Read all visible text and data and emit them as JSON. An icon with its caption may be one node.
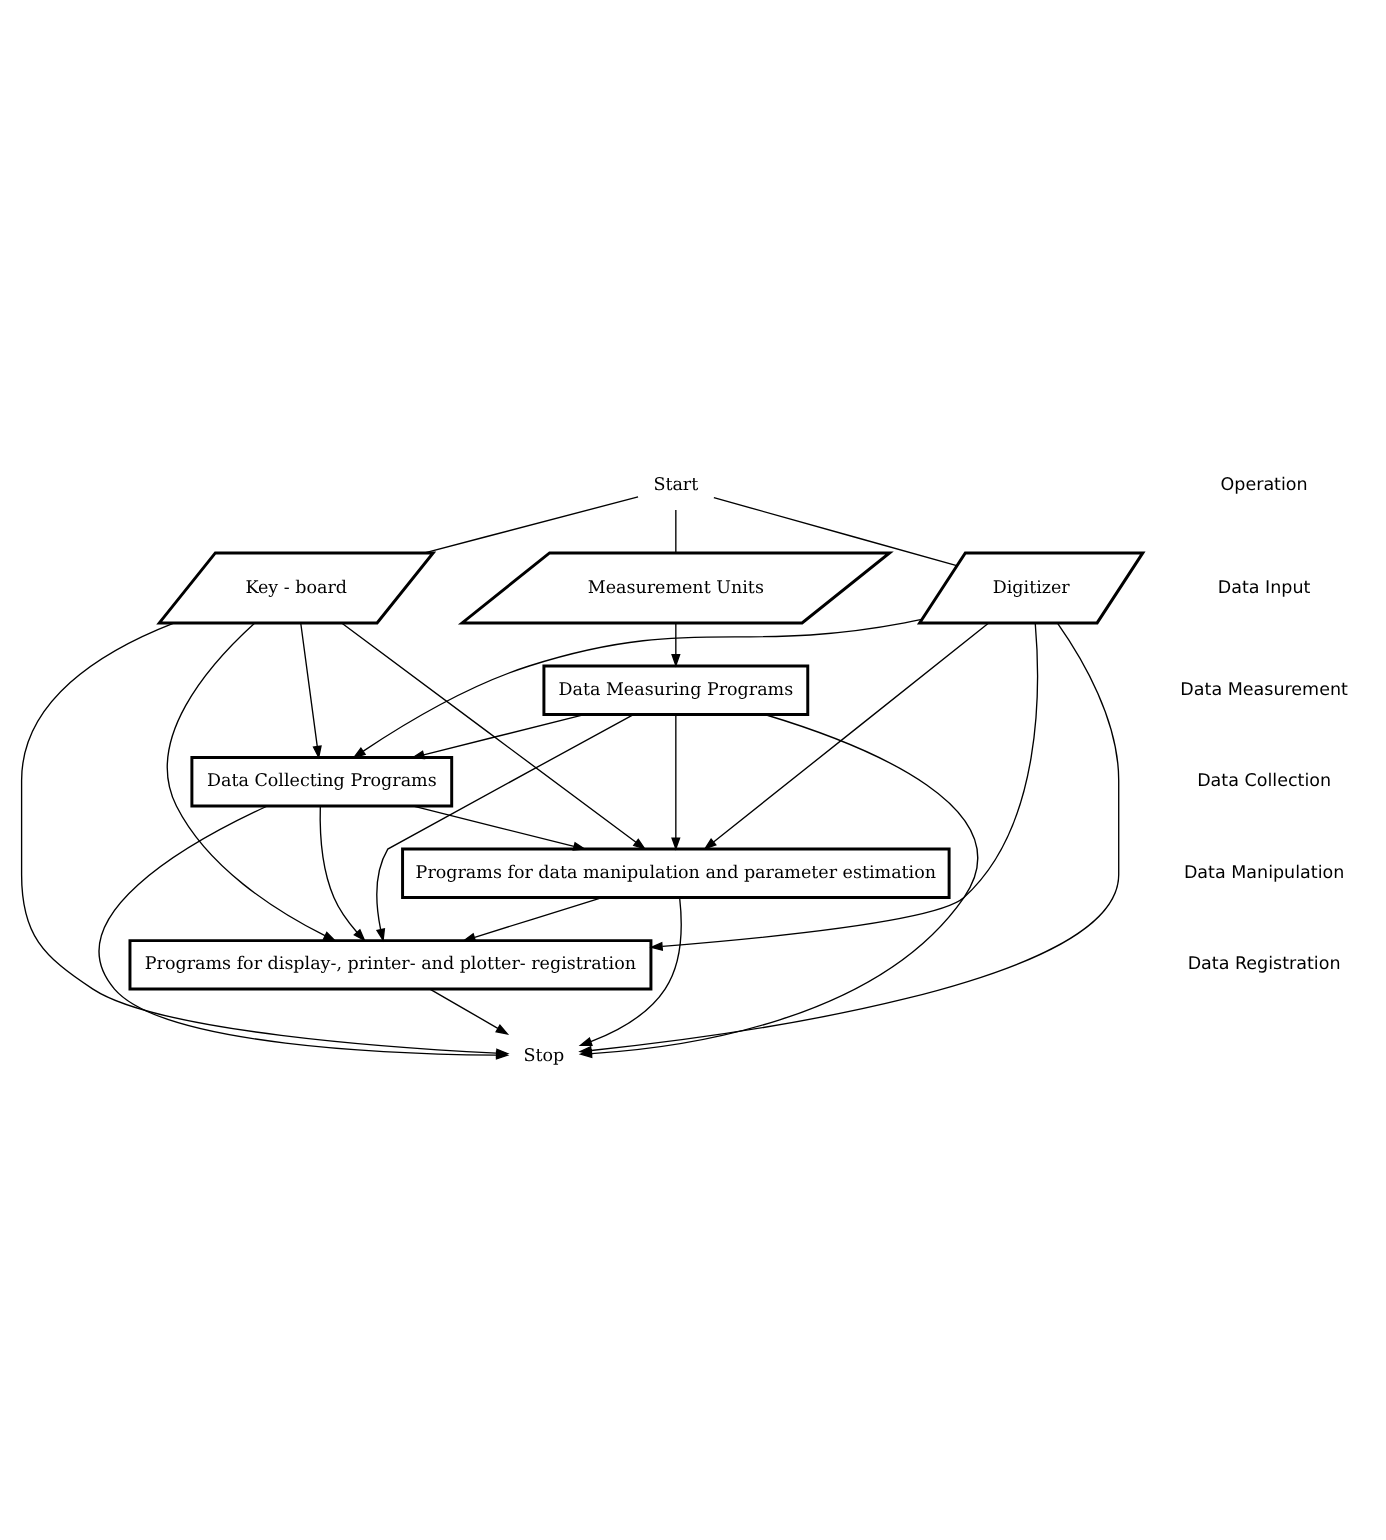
{
  "diagram": {
    "nodes": [
      {
        "text": [
          "Start"
        ]
      },
      {
        "text": [
          "Key - board"
        ]
      },
      {
        "text": [
          "Measurement Units"
        ]
      },
      {
        "text": [
          "Digitizer"
        ]
      },
      {
        "text": [
          "Data Measuring Programs"
        ]
      },
      {
        "text": [
          "Data Collecting Programs"
        ]
      },
      {
        "text": [
          "Programs for data manipulation and parameter estimation"
        ]
      },
      {
        "text": [
          "Programs for display-, printer- and plotter- registration"
        ]
      },
      {
        "text": [
          "Stop"
        ]
      }
    ],
    "edges": [
      {
        "from": 0,
        "to": 1,
        "arrow": "none"
      },
      {
        "from": 0,
        "to": 2,
        "arrow": "none"
      },
      {
        "from": 0,
        "to": 3,
        "arrow": "none"
      },
      {
        "from": 2,
        "to": 4,
        "arrow": "to"
      },
      {
        "from": 1,
        "to": 5,
        "arrow": "to"
      },
      {
        "from": 4,
        "to": 5,
        "arrow": "to"
      },
      {
        "from": 3,
        "to": 5,
        "arrow": "to"
      },
      {
        "from": 1,
        "to": 6,
        "arrow": "to"
      },
      {
        "from": 4,
        "to": 6,
        "arrow": "to"
      },
      {
        "from": 3,
        "to": 6,
        "arrow": "to"
      },
      {
        "from": 5,
        "to": 6,
        "arrow": "to"
      },
      {
        "from": 1,
        "to": 7,
        "arrow": "to"
      },
      {
        "from": 4,
        "to": 7,
        "arrow": "to"
      },
      {
        "from": 3,
        "to": 7,
        "arrow": "to"
      },
      {
        "from": 5,
        "to": 7,
        "arrow": "to"
      },
      {
        "from": 6,
        "to": 7,
        "arrow": "to"
      },
      {
        "from": 1,
        "to": 8,
        "arrow": "to"
      },
      {
        "from": 4,
        "to": 8,
        "arrow": "to"
      },
      {
        "from": 3,
        "to": 8,
        "arrow": "to"
      },
      {
        "from": 5,
        "to": 8,
        "arrow": "to"
      },
      {
        "from": 6,
        "to": 8,
        "arrow": "to"
      },
      {
        "from": 7,
        "to": 8,
        "arrow": "to"
      }
    ],
    "labels": [
      "Operation",
      "Data Input",
      "Data Measurement",
      "Data Collection",
      "Data Manipulation",
      "Data Registration"
    ]
  }
}
